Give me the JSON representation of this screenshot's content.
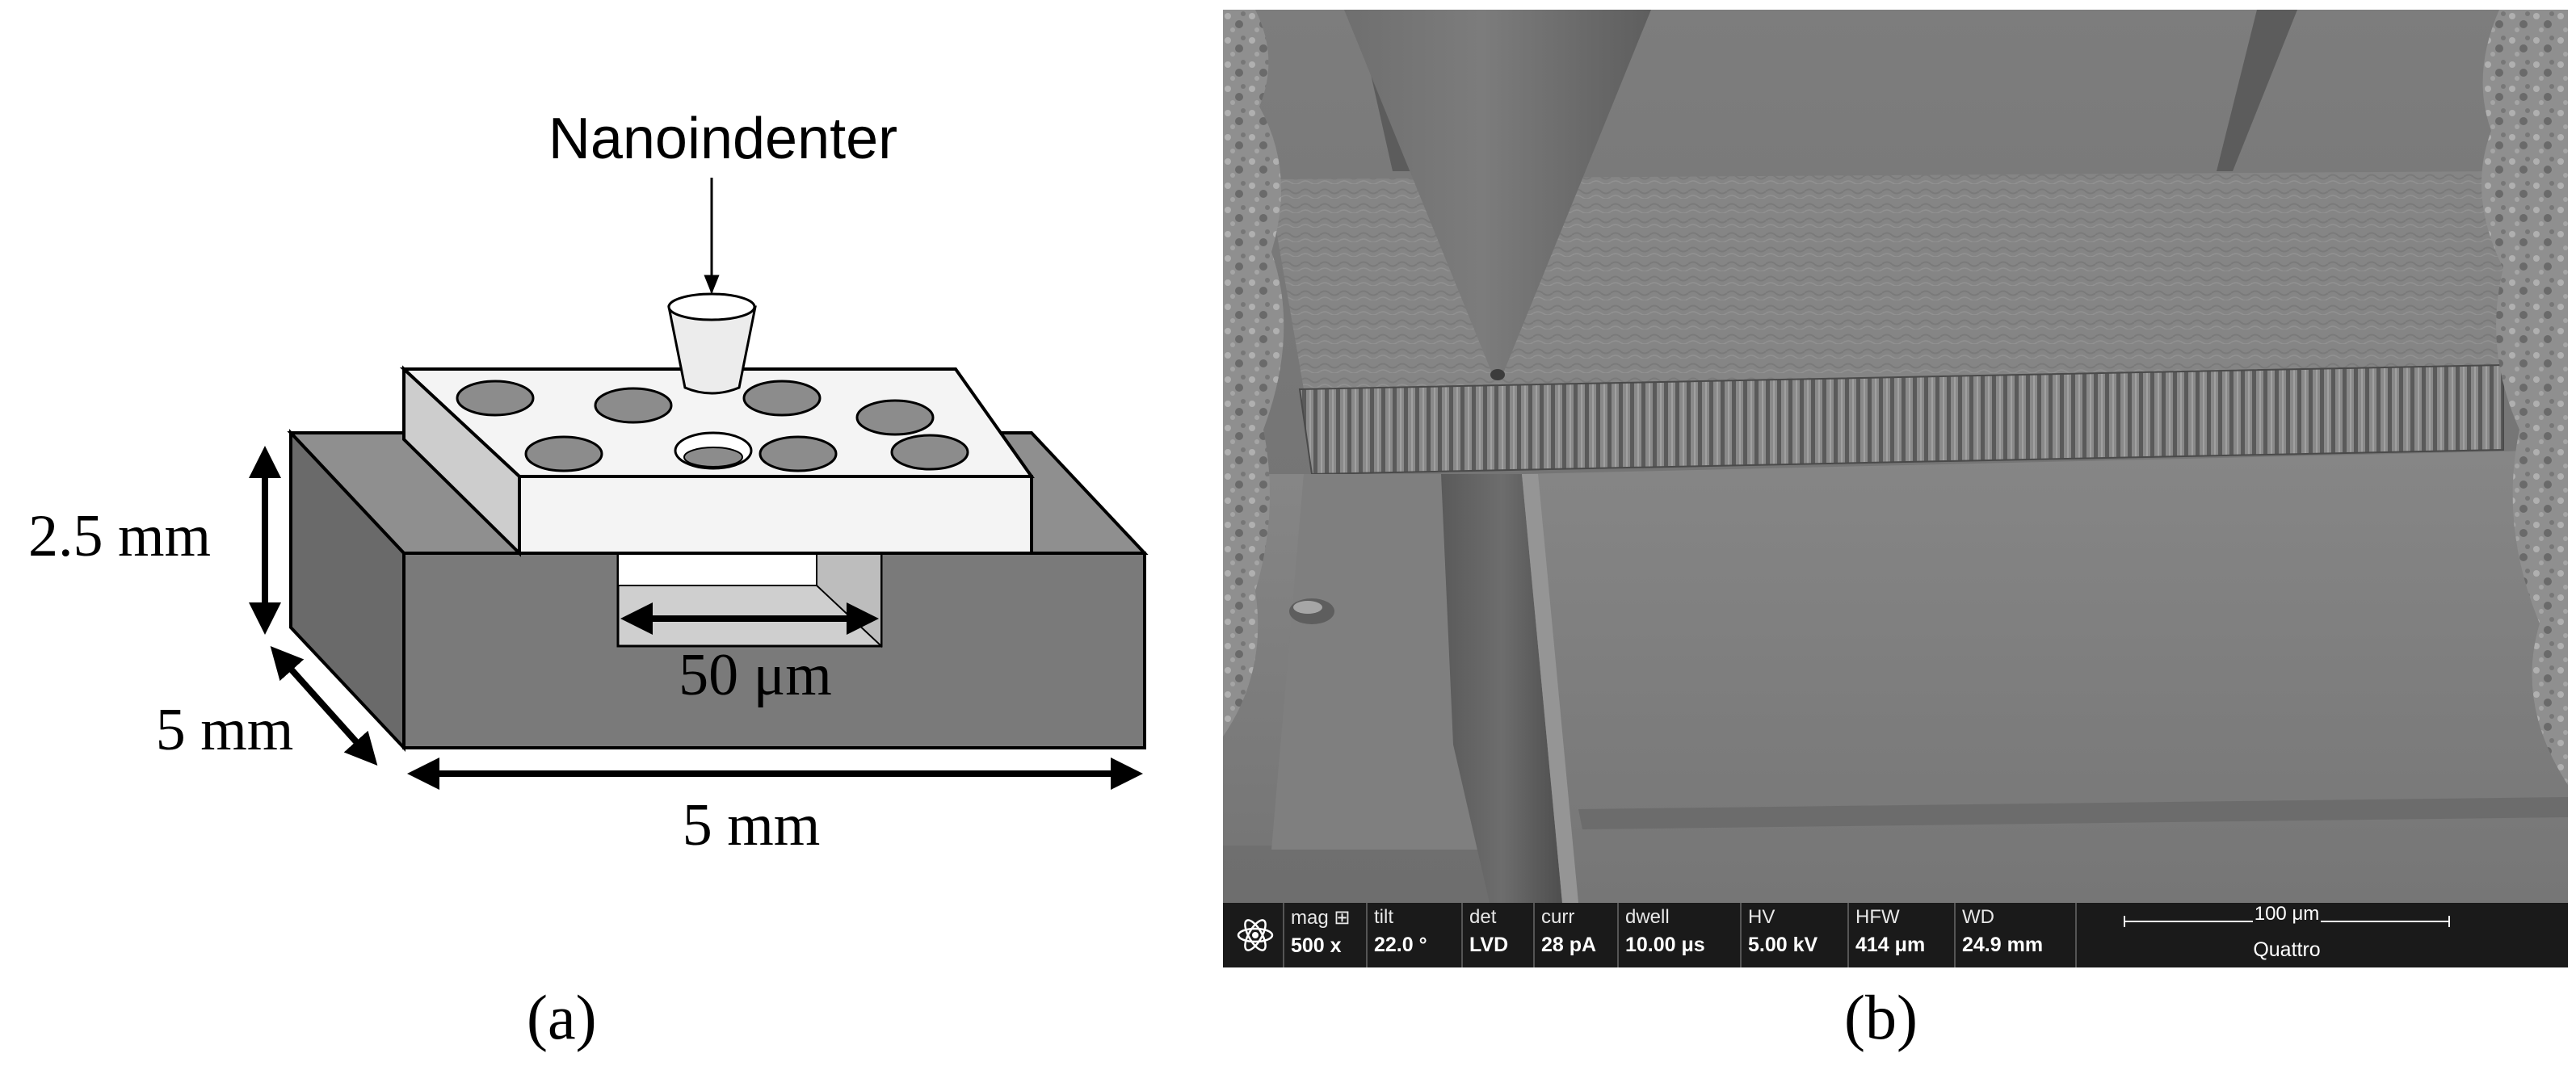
{
  "panel_a": {
    "indenter_label": "Nanoindenter",
    "height_label": "2.5 mm",
    "depth_label": "5 mm",
    "width_label": "5 mm",
    "gap_label": "50 μm"
  },
  "panel_b": {
    "fields": [
      {
        "label": "mag ⊞",
        "value": "500 x"
      },
      {
        "label": "tilt",
        "value": "22.0 °"
      },
      {
        "label": "det",
        "value": "LVD"
      },
      {
        "label": "curr",
        "value": "28 pA"
      },
      {
        "label": "dwell",
        "value": "10.00 μs"
      },
      {
        "label": "HV",
        "value": "5.00 kV"
      },
      {
        "label": "HFW",
        "value": "414 μm"
      },
      {
        "label": "WD",
        "value": "24.9 mm"
      }
    ],
    "scale_label": "100 μm",
    "instrument": "Quattro",
    "logo_icon": "atom-logo-icon"
  },
  "captions": {
    "a": "(a)",
    "b": "(b)"
  },
  "colors": {
    "base_top": "#8f8f8f",
    "base_front": "#7a7a7a",
    "base_side": "#6a6a6a",
    "chip_top": "#f4f4f4",
    "hole": "#8c8c8c",
    "sem_bar": "#1a1a1a"
  }
}
